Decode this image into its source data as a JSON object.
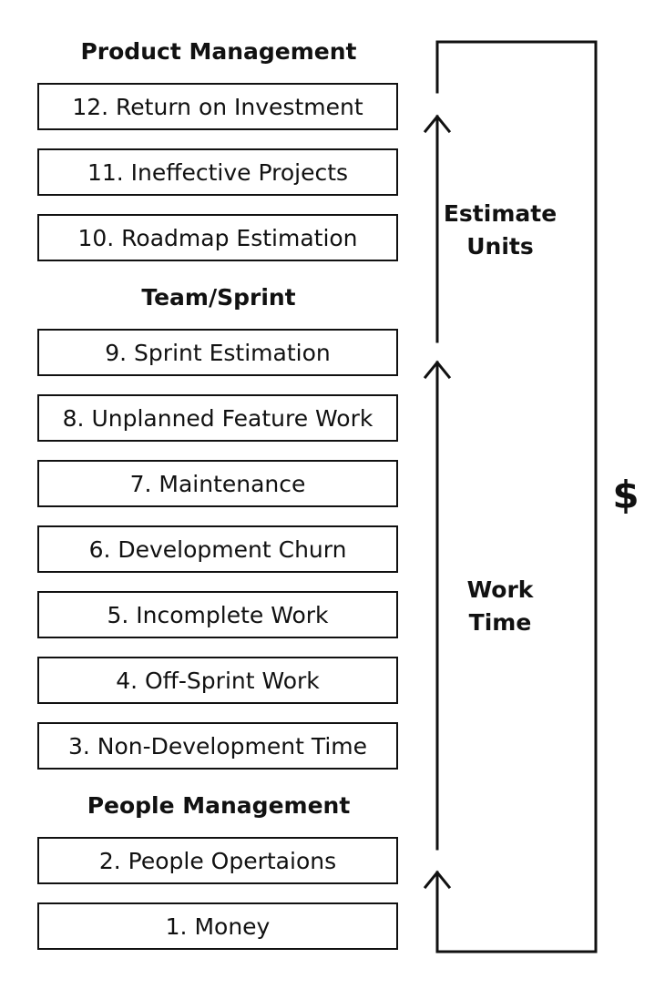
{
  "sections": {
    "product_management": "Product Management",
    "team_sprint": "Team/Sprint",
    "people_management": "People Management"
  },
  "items": [
    "12. Return on Investment",
    "11. Ineffective Projects",
    "10. Roadmap Estimation",
    "9. Sprint Estimation",
    "8. Unplanned Feature Work",
    "7. Maintenance",
    "6. Development Churn",
    "5. Incomplete Work",
    "4. Off-Sprint Work",
    "3. Non-Development Time",
    "2. People Opertaions",
    "1. Money"
  ],
  "labels": {
    "estimate_units_line1": "Estimate",
    "estimate_units_line2": "Units",
    "work_time_line1": "Work",
    "work_time_line2": "Time",
    "dollar": "$"
  },
  "colors": {
    "stroke": "#111111",
    "background": "#ffffff"
  }
}
